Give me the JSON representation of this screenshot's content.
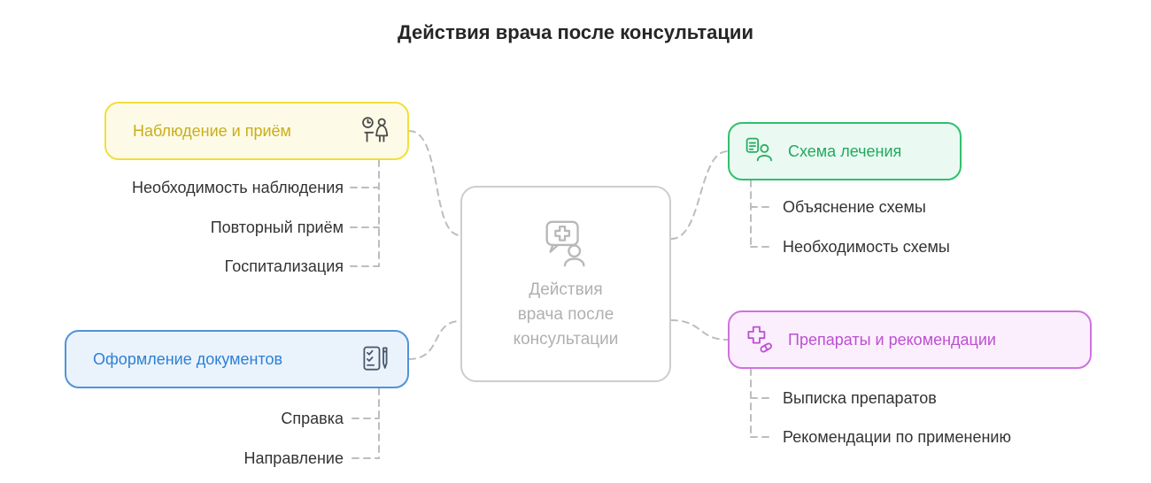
{
  "title": "Действия врача после консультации",
  "center": {
    "label": "Действия врача после консультации",
    "lines": [
      "Действия",
      "врача после",
      "консультации"
    ],
    "icon": "doctor-chat-icon"
  },
  "branches": {
    "observation": {
      "label": "Наблюдение и приём",
      "icon": "appointment-icon",
      "border_color": "#f0df3a",
      "bg_color": "#fdfbe7",
      "text_color": "#c9ae1b",
      "items": [
        "Необходимость наблюдения",
        "Повторный приём",
        "Госпитализация"
      ]
    },
    "documents": {
      "label": "Оформление документов",
      "icon": "document-pen-icon",
      "border_color": "#4f93d8",
      "bg_color": "#eaf3fc",
      "text_color": "#2f80d4",
      "items": [
        "Справка",
        "Направление"
      ]
    },
    "treatment": {
      "label": "Схема лечения",
      "icon": "patient-card-icon",
      "border_color": "#30c06c",
      "bg_color": "#eafaf2",
      "text_color": "#22a95e",
      "items": [
        "Объяснение схемы",
        "Необходимость схемы"
      ]
    },
    "medications": {
      "label": "Препараты и рекомендации",
      "icon": "cross-pill-icon",
      "border_color": "#cf72e0",
      "bg_color": "#fbeffd",
      "text_color": "#bc4fd2",
      "items": [
        "Выписка препаратов",
        "Рекомендации по применению"
      ]
    }
  },
  "palette": {
    "connector": "#bdbdbd",
    "item_text": "#333333",
    "title_text": "#262626",
    "center_border": "#cdcdcd",
    "center_text": "#b0b0b0"
  }
}
